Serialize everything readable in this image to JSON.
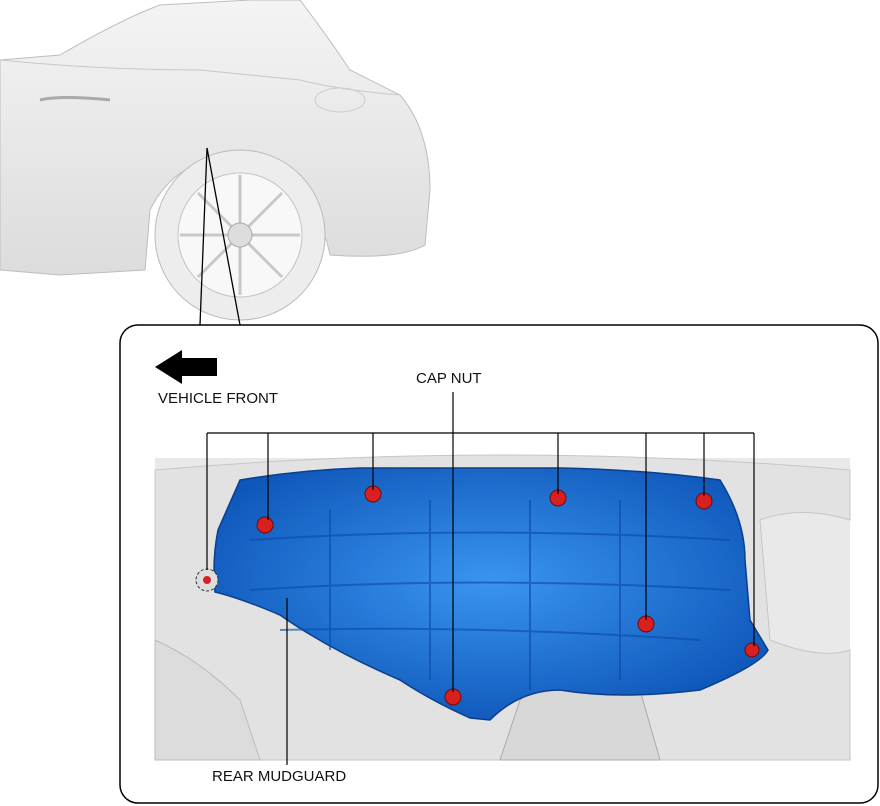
{
  "labels": {
    "vehicle_front": "VEHICLE FRONT",
    "cap_nut": "CAP NUT",
    "rear_mudguard": "REAR MUDGUARD"
  },
  "colors": {
    "mudguard": "#1e78e0",
    "cap_nut": "#d82020",
    "body": "#ececec"
  },
  "cap_nut_count": 7
}
